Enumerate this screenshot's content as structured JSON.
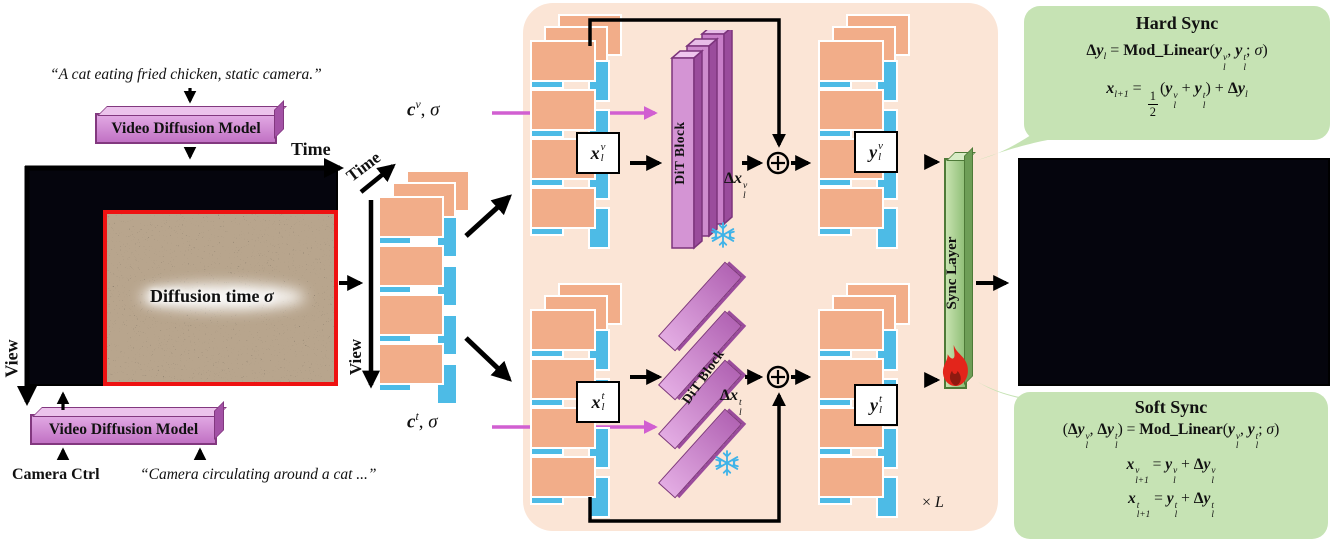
{
  "left": {
    "prompt_top": "“A cat eating fried chicken, static camera.”",
    "vdm_top_label": "Video Diffusion Model",
    "time_axis_label": "Time",
    "view_axis_label": "View",
    "diffusion_time_label": [
      {
        "t": "Diffusion time ",
        "b": 1
      },
      {
        "t": "σ",
        "v": 1
      }
    ],
    "vdm_bottom_label": "Video Diffusion Model",
    "camera_ctrl_label": "Camera Ctrl",
    "prompt_bottom": "“Camera circulating around a cat ...”"
  },
  "latent_axes": {
    "time": "Time",
    "view": "View"
  },
  "cond": {
    "view": [
      {
        "t": "c",
        "v": 1,
        "sup": "v"
      },
      {
        "t": ", "
      },
      {
        "t": "σ",
        "i": 1
      }
    ],
    "time": [
      {
        "t": "c",
        "v": 1,
        "sup": "t"
      },
      {
        "t": ", "
      },
      {
        "t": "σ",
        "i": 1
      }
    ]
  },
  "panel": {
    "repeat_label": [
      {
        "t": "× "
      },
      {
        "t": "L",
        "i": 1
      }
    ]
  },
  "modules": {
    "dit_top_label": "DiT Block",
    "dit_bottom_label": "DiT Block",
    "sync_label": "Sync Layer"
  },
  "latents": {
    "x_v": [
      {
        "t": "x",
        "v": 1,
        "sup": "v",
        "sub": "l"
      }
    ],
    "y_v": [
      {
        "t": "y",
        "v": 1,
        "sup": "v",
        "sub": "l"
      }
    ],
    "x_t": [
      {
        "t": "x",
        "v": 1,
        "sup": "t",
        "sub": "l"
      }
    ],
    "y_t": [
      {
        "t": "y",
        "v": 1,
        "sup": "t",
        "sub": "l"
      }
    ],
    "dx_v": [
      {
        "t": "Δ",
        "b": 1
      },
      {
        "t": "x",
        "v": 1,
        "sup": "v",
        "sub": "l"
      }
    ],
    "dx_t": [
      {
        "t": "Δ",
        "b": 1
      },
      {
        "t": "x",
        "v": 1,
        "sup": "t",
        "sub": "l"
      }
    ]
  },
  "hard_sync": {
    "title": "Hard Sync",
    "eq1": [
      {
        "t": "Δ",
        "b": 1
      },
      {
        "t": "y",
        "v": 1,
        "sub": "l"
      },
      {
        "t": " = "
      },
      {
        "t": "Mod_Linear",
        "b": 1
      },
      {
        "t": "("
      },
      {
        "t": "y",
        "v": 1,
        "sup": "v",
        "sub": "l"
      },
      {
        "t": ", "
      },
      {
        "t": "y",
        "v": 1,
        "sup": "t",
        "sub": "l"
      },
      {
        "t": "; "
      },
      {
        "t": "σ",
        "i": 1
      },
      {
        "t": ")"
      }
    ],
    "eq2": [
      {
        "t": "x",
        "v": 1,
        "sub": "l+1"
      },
      {
        "t": " = "
      },
      {
        "frac": [
          "1",
          "2"
        ]
      },
      {
        "t": "("
      },
      {
        "t": "y",
        "v": 1,
        "sup": "v",
        "sub": "l"
      },
      {
        "t": " + "
      },
      {
        "t": "y",
        "v": 1,
        "sup": "t",
        "sub": "l"
      },
      {
        "t": ") + "
      },
      {
        "t": "Δ",
        "b": 1
      },
      {
        "t": "y",
        "v": 1,
        "sub": "l"
      }
    ]
  },
  "soft_sync": {
    "title": "Soft Sync",
    "eq1": [
      {
        "t": "("
      },
      {
        "t": "Δ",
        "b": 1
      },
      {
        "t": "y",
        "v": 1,
        "sup": "v",
        "sub": "l"
      },
      {
        "t": ", "
      },
      {
        "t": "Δ",
        "b": 1
      },
      {
        "t": "y",
        "v": 1,
        "sup": "t",
        "sub": "l"
      },
      {
        "t": ") = "
      },
      {
        "t": "Mod_Linear",
        "b": 1
      },
      {
        "t": "("
      },
      {
        "t": "y",
        "v": 1,
        "sup": "v",
        "sub": "l"
      },
      {
        "t": ", "
      },
      {
        "t": "y",
        "v": 1,
        "sup": "t",
        "sub": "l"
      },
      {
        "t": "; "
      },
      {
        "t": "σ",
        "i": 1
      },
      {
        "t": ")"
      }
    ],
    "eq2": [
      {
        "t": "x",
        "v": 1,
        "sup": "v",
        "sub": "l+1"
      },
      {
        "t": " = "
      },
      {
        "t": "y",
        "v": 1,
        "sup": "v",
        "sub": "l"
      },
      {
        "t": " + "
      },
      {
        "t": "Δ",
        "b": 1
      },
      {
        "t": "y",
        "v": 1,
        "sup": "v",
        "sub": "l"
      }
    ],
    "eq3": [
      {
        "t": "x",
        "v": 1,
        "sup": "t",
        "sub": "l+1"
      },
      {
        "t": " = "
      },
      {
        "t": "y",
        "v": 1,
        "sup": "t",
        "sub": "l"
      },
      {
        "t": " + "
      },
      {
        "t": "Δ",
        "b": 1
      },
      {
        "t": "y",
        "v": 1,
        "sup": "t",
        "sub": "l"
      }
    ]
  },
  "icons": {
    "snowflake": "❄",
    "flame": "🔥"
  },
  "colors": {
    "panel_bg": "#FBE5D6",
    "token_orange": "#F2AD89",
    "token_blue": "#4DBBE6",
    "module_purple": "#C77FC9",
    "sync_green": "#A9D18E",
    "callout_green": "#C6E3B4",
    "arrow_pink": "#D15FD1",
    "highlight_red": "#EE1111"
  }
}
